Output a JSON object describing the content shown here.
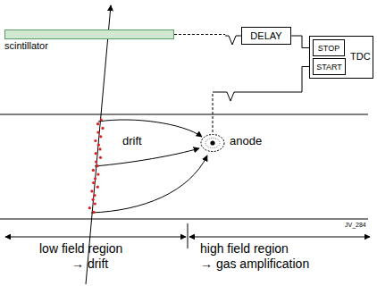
{
  "diagram": {
    "nodes": [
      {
        "text": [
          "scintillator"
        ]
      },
      {
        "text": [
          "DELAY"
        ]
      },
      {
        "text": [
          "TDC"
        ]
      },
      {
        "text": [
          "STOP"
        ],
        "in": 2
      },
      {
        "text": [
          "START"
        ],
        "in": 2
      },
      {
        "text": [
          "anode"
        ]
      }
    ],
    "edges": [
      {
        "from": 0,
        "to": 1,
        "arrow": "none"
      },
      {
        "from": 1,
        "to": 3,
        "arrow": "none"
      },
      {
        "from": 5,
        "to": 4,
        "arrow": "none"
      }
    ],
    "labels": [
      "drift",
      "JV_284",
      "low field region",
      "→ drift",
      "high field region",
      "→ gas amplification"
    ]
  }
}
